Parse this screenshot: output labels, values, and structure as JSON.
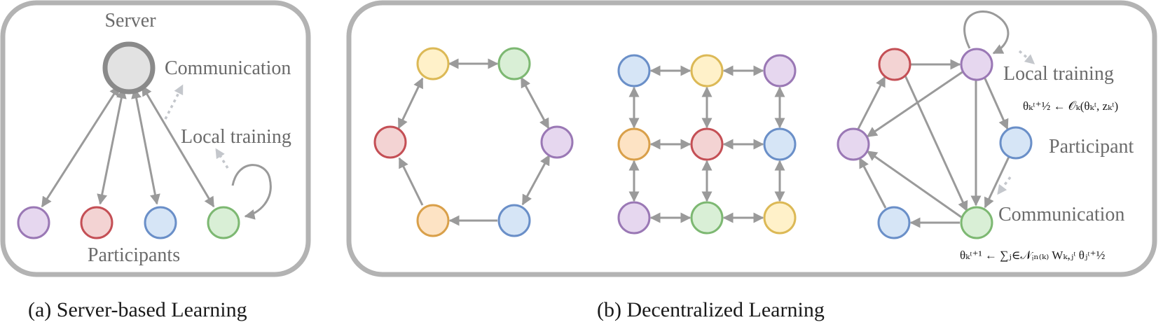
{
  "colors": {
    "purple": {
      "fill": "#e6d7ef",
      "stroke": "#9a78b5"
    },
    "red": {
      "fill": "#f3d3d3",
      "stroke": "#c44f55"
    },
    "blue": {
      "fill": "#d6e5f6",
      "stroke": "#6a8fc8"
    },
    "green": {
      "fill": "#d9efd6",
      "stroke": "#7db872"
    },
    "yellow": {
      "fill": "#fff1c9",
      "stroke": "#dcb956"
    },
    "orange": {
      "fill": "#fde3c4",
      "stroke": "#d9a04a"
    },
    "server": {
      "fill": "#e2e2e2",
      "stroke": "#8a8a8a"
    }
  },
  "panel_a": {
    "server_label": "Server",
    "communication_label": "Communication",
    "local_training_label": "Local training",
    "participants_label": "Participants",
    "caption": "(a) Server-based Learning"
  },
  "panel_b": {
    "caption": "(b) Decentralized Learning",
    "local_training_label": "Local training",
    "participant_label": "Participant",
    "communication_label": "Communication",
    "local_update_formula": "θₖᵗ⁺½ ← 𝒪ₖ(θₖᵗ, zₖᵗ)",
    "aggregation_formula": "θₖᵗ⁺¹ ← ∑ⱼ∈𝒩ᵢₙ₍ₖ₎ Wₖ,ⱼᵗ θⱼᵗ⁺½"
  }
}
